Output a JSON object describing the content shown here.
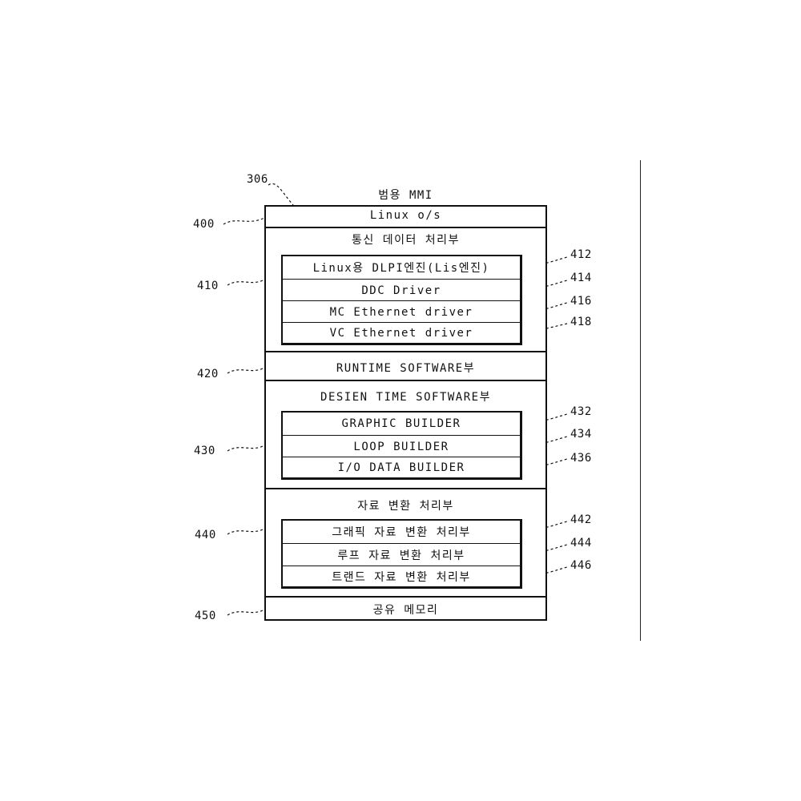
{
  "figure_ref": "306",
  "top_title": "범용 MMI",
  "outer_refs": [
    "400",
    "410",
    "420",
    "430",
    "440",
    "450"
  ],
  "linux_os": "Linux o/s",
  "comm": {
    "title": "통신 데이터 처리부",
    "items": [
      "Linux용 DLPI엔진(Lis엔진)",
      "DDC Driver",
      "MC Ethernet driver",
      "VC Ethernet driver"
    ],
    "refs": [
      "412",
      "414",
      "416",
      "418"
    ]
  },
  "runtime": "RUNTIME SOFTWARE부",
  "design": {
    "title": "DESIEN TIME SOFTWARE부",
    "items": [
      "GRAPHIC BUILDER",
      "LOOP BUILDER",
      "I/O DATA BUILDER"
    ],
    "refs": [
      "432",
      "434",
      "436"
    ]
  },
  "convert": {
    "title": "자료 변환 처리부",
    "items": [
      "그래픽 자료 변환 처리부",
      "루프 자료 변환 처리부",
      "트랜드 자료 변환 처리부"
    ],
    "refs": [
      "442",
      "444",
      "446"
    ]
  },
  "shared_memory": "공유 메모리"
}
